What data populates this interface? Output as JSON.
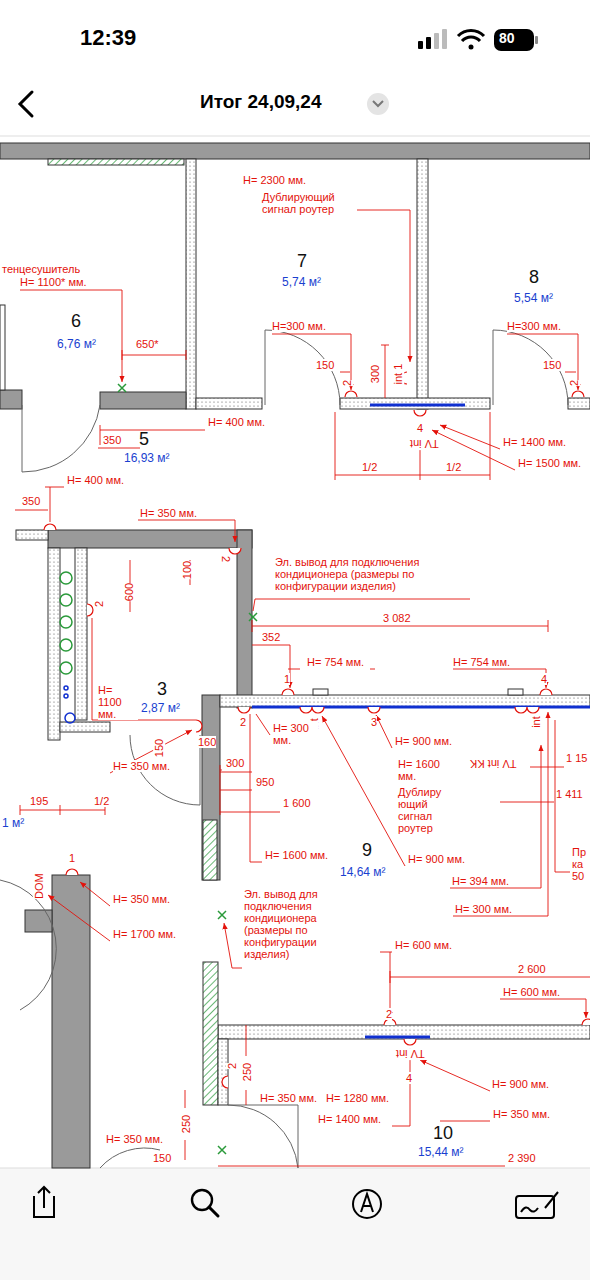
{
  "diagram": {
    "title": "Итог 24,09,24",
    "labels": [
      "12:39",
      "80",
      "тенцесушитель",
      "H= 1100* мм.",
      "H= 2300 мм.",
      "Дублирующий сигнал роутер",
      "7",
      "5,74 м²",
      "8",
      "5,54 м²",
      "6",
      "6,76 м²",
      "650*",
      "H=300 мм.",
      "H=300 мм.",
      "150",
      "150",
      "2",
      "300",
      "int 1",
      "2",
      "H= 400 мм.",
      "5",
      "16,93 м²",
      "350",
      "4",
      "TV int",
      "H= 1400 мм.",
      "H= 1500 мм.",
      "1/2",
      "1/2",
      "H= 400 мм.",
      "350",
      "H= 350 мм.",
      "2",
      "100",
      "600",
      "2",
      "Эл. вывод для подключения кондиционера (размеры по конфигурации изделия)",
      "3 082",
      "352",
      "H= 754 мм.",
      "H= 754 мм.",
      "1",
      "4",
      "H= 1100 мм.",
      "3",
      "2,87 м²",
      "160",
      "150",
      "2",
      "int",
      "3",
      "int",
      "TV int KK",
      "H= 300 мм.",
      "H= 900 мм.",
      "H= 1600 мм.",
      "Дублиру ющий сигнал роутер",
      "1 15",
      "1 411",
      "300",
      "950",
      "1 600",
      "H= 350 мм.",
      "195",
      "1/2",
      "1 м²",
      "Пр ка 50",
      "H= 1600 мм.",
      "9",
      "14,64 м²",
      "H= 900 мм.",
      "H= 394 мм.",
      "H= 300 мм.",
      "1",
      "DOM",
      "H= 350 мм.",
      "H= 1700 мм.",
      "Эл. вывод для подключения кондиционера (размеры по конфигурации изделия)",
      "H= 600 мм.",
      "2 600",
      "H= 600 мм.",
      "2",
      "TV int",
      "4",
      "250",
      "2",
      "H= 900 мм.",
      "H= 350 мм.",
      "H= 1280 мм.",
      "H= 1400 мм.",
      "H= 350 мм.",
      "10",
      "15,44 м²",
      "2 390",
      "250",
      "H= 350 мм.",
      "150"
    ]
  }
}
